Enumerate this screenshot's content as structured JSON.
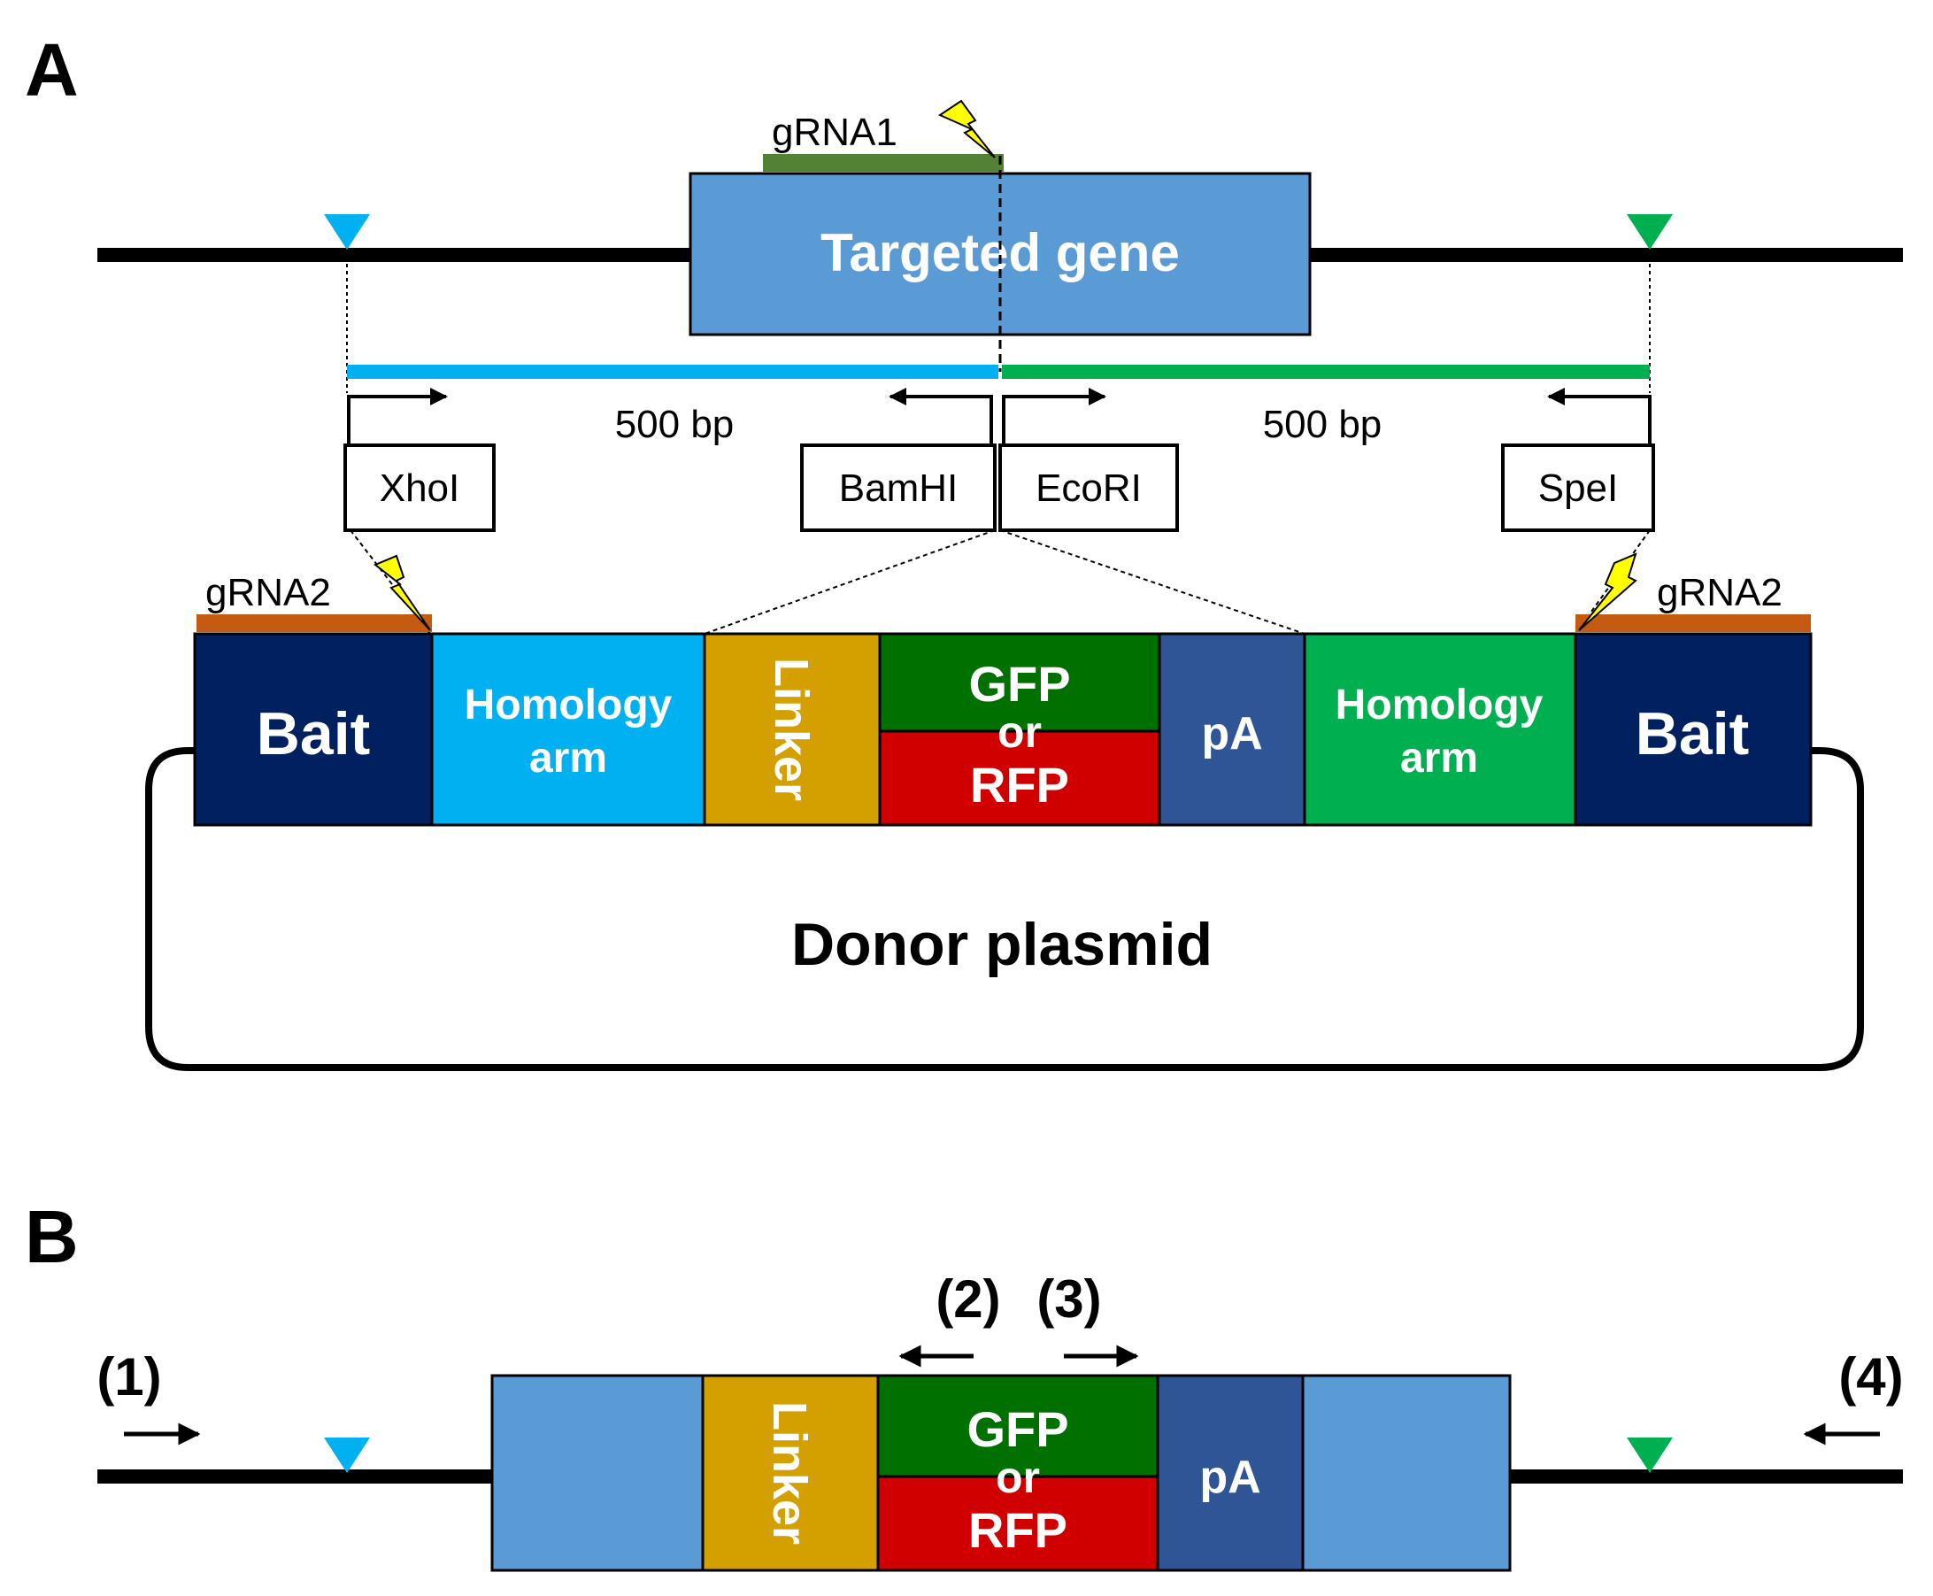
{
  "panel_a": {
    "label": "A",
    "grna1": "gRNA1",
    "targeted_gene": "Targeted gene",
    "left_length": "500 bp",
    "right_length": "500 bp",
    "sites": [
      "XhoI",
      "BamHI",
      "EcoRI",
      "SpeI"
    ],
    "grna2_left": "gRNA2",
    "grna2_right": "gRNA2",
    "plasmid_blocks": {
      "bait_left": "Bait",
      "homology_left_1": "Homology",
      "homology_left_2": "arm",
      "linker": "Linker",
      "gfp": "GFP",
      "or": "or",
      "rfp": "RFP",
      "pa": "pA",
      "homology_right_1": "Homology",
      "homology_right_2": "arm",
      "bait_right": "Bait"
    },
    "donor_plasmid": "Donor plasmid"
  },
  "panel_b": {
    "label": "B",
    "primers": [
      "(1)",
      "(2)",
      "(3)",
      "(4)"
    ],
    "linker": "Linker",
    "gfp": "GFP",
    "or": "or",
    "rfp": "RFP",
    "pa": "pA"
  },
  "colors": {
    "gene_blue": "#5b9bd5",
    "homology_left": "#00b0f0",
    "homology_right": "#00b050",
    "bait": "#002060",
    "linker": "#d4a000",
    "gfp": "#007000",
    "rfp": "#d00000",
    "pa": "#2f5597",
    "grna1": "#548235",
    "grna2": "#c55a11",
    "lightning": "#ffff00"
  }
}
